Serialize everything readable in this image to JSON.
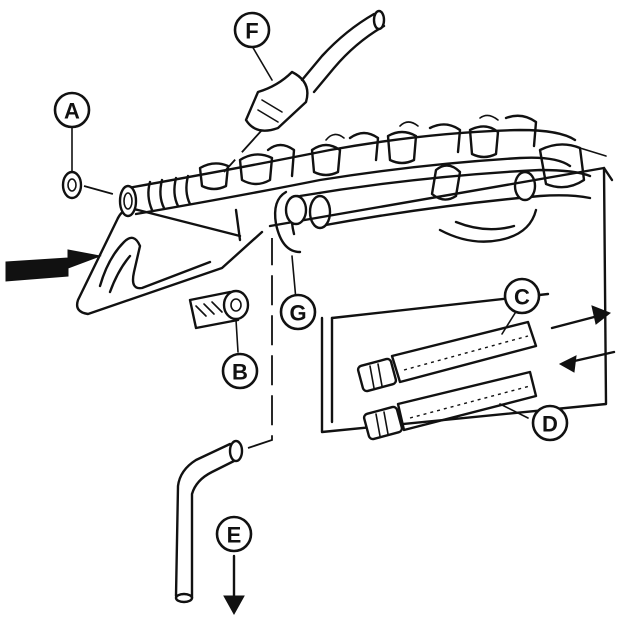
{
  "callouts": [
    {
      "id": "A",
      "label": "A"
    },
    {
      "id": "B",
      "label": "B"
    },
    {
      "id": "C",
      "label": "C"
    },
    {
      "id": "D",
      "label": "D"
    },
    {
      "id": "E",
      "label": "E"
    },
    {
      "id": "F",
      "label": "F"
    },
    {
      "id": "G",
      "label": "G"
    }
  ],
  "flow_arrows": [
    {
      "name": "inlet-arrow",
      "direction": "right"
    },
    {
      "name": "outlet-arrow",
      "direction": "right"
    },
    {
      "name": "return-arrow",
      "direction": "left"
    },
    {
      "name": "drain-arrow",
      "direction": "down"
    }
  ],
  "colors": {
    "ink": "#111111",
    "paper": "#ffffff"
  }
}
